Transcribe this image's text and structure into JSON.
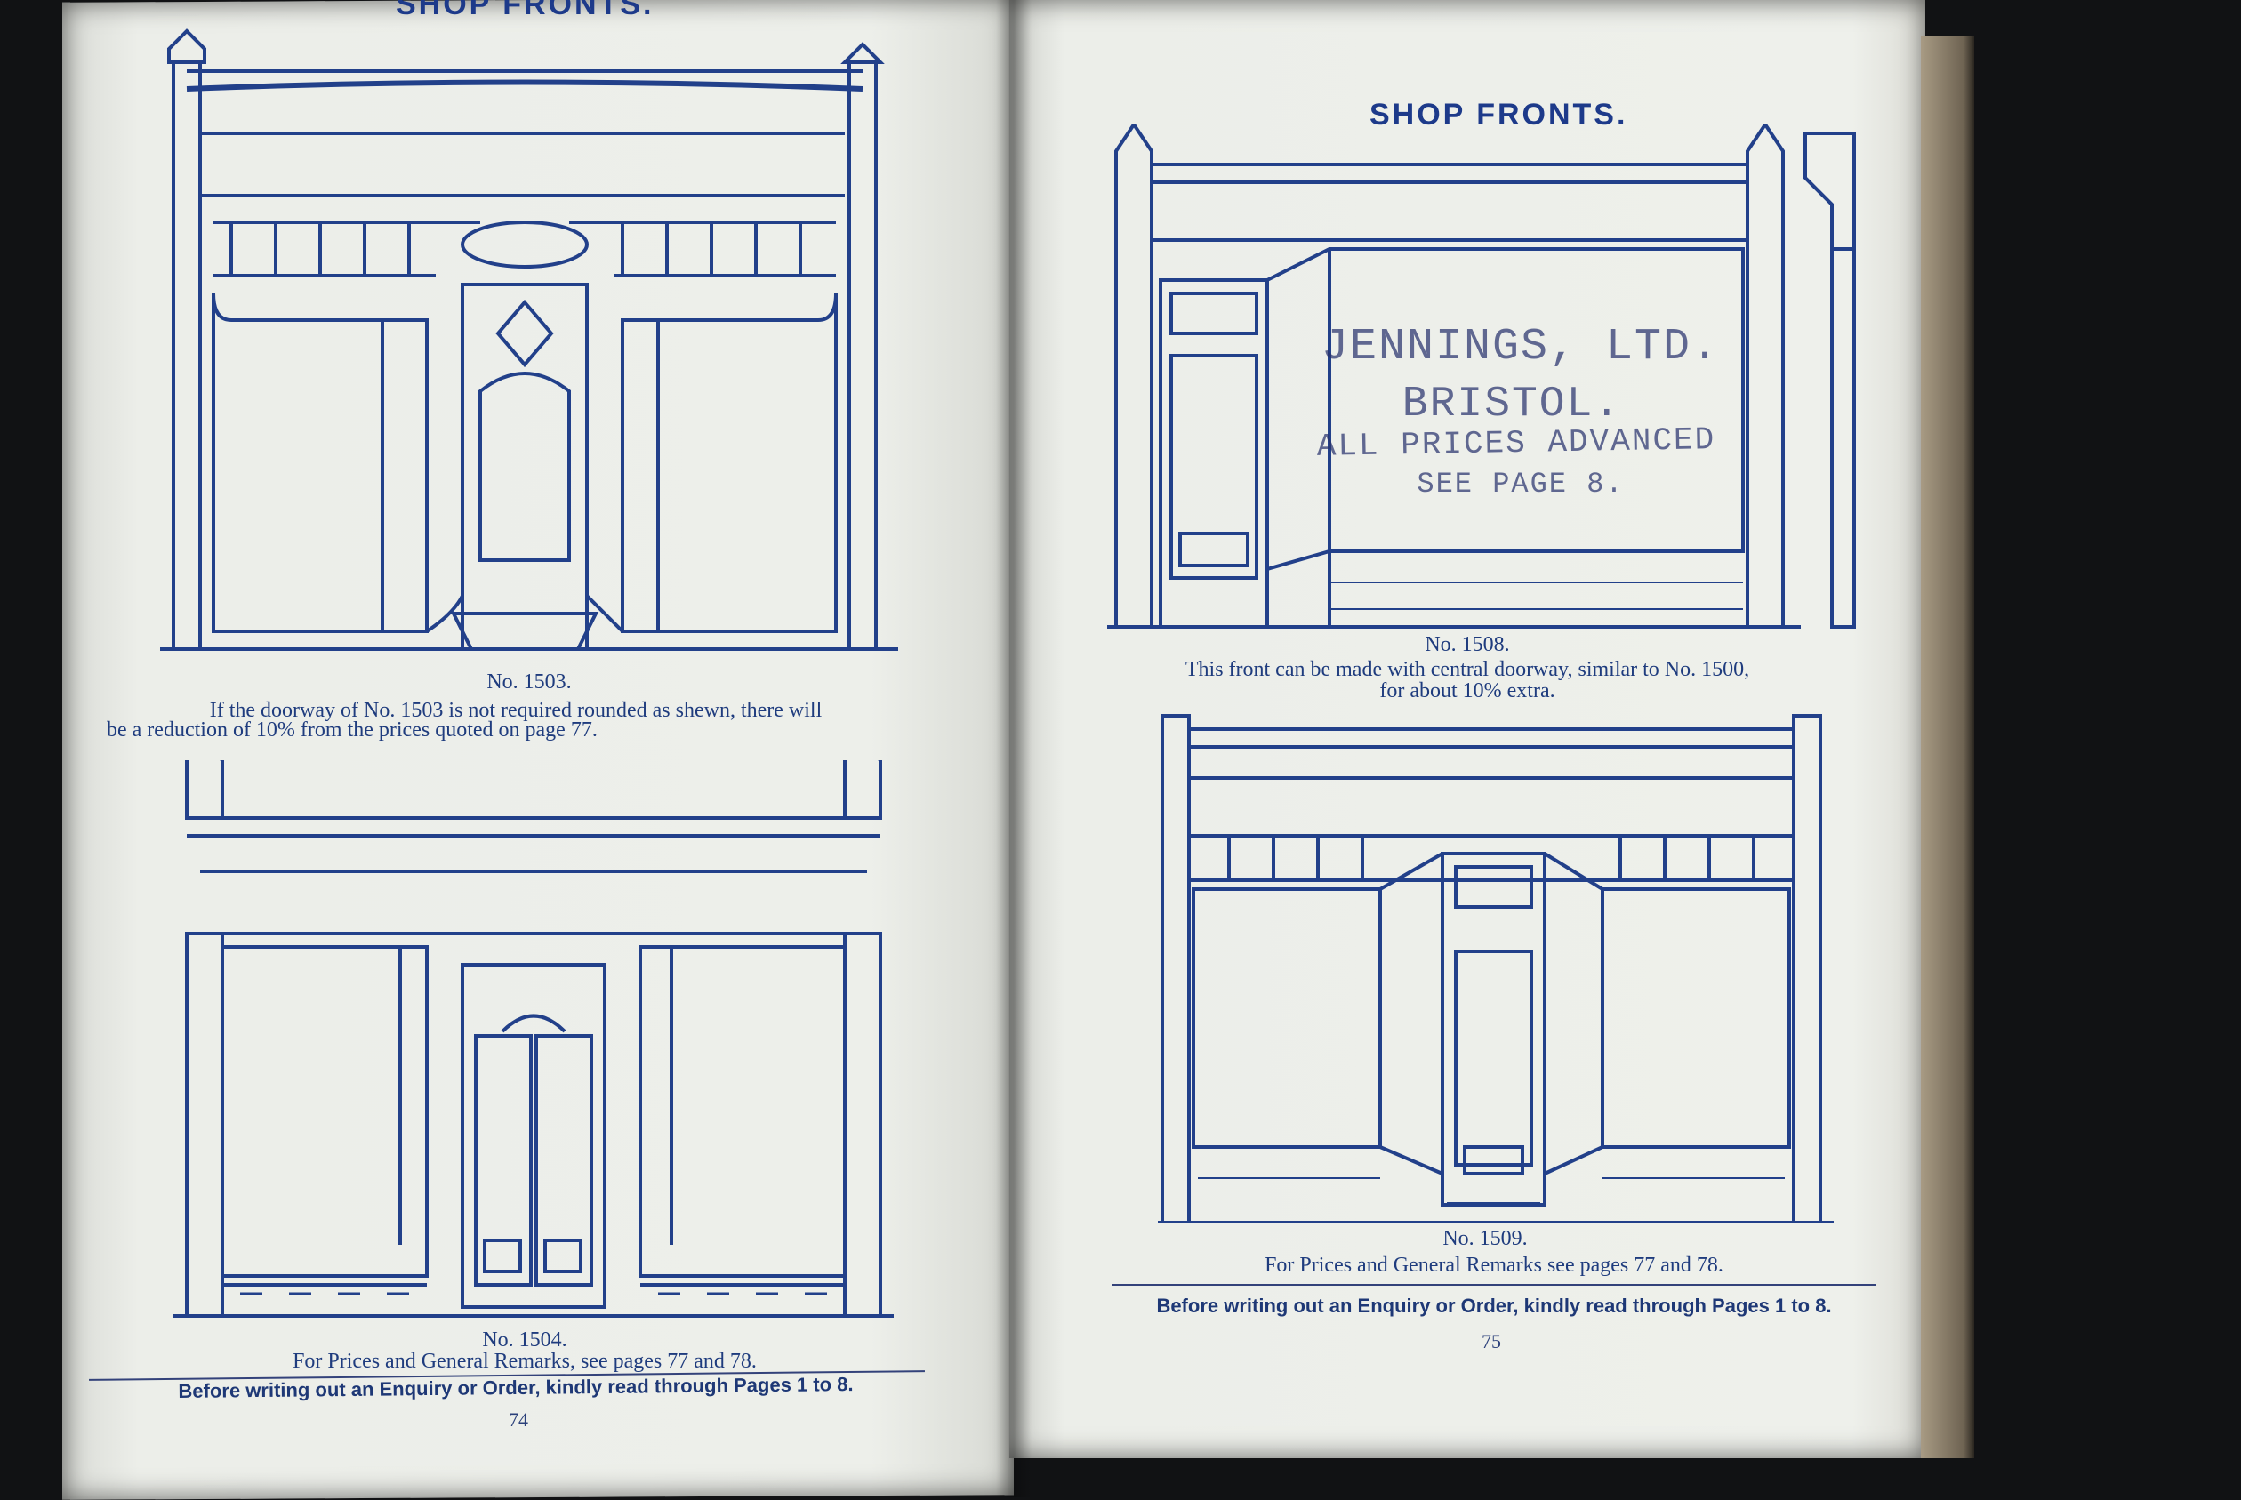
{
  "left_page": {
    "heading": "SHOP FRONTS.",
    "figure_1": {
      "number": "No. 1503.",
      "caption_line_1": "If the doorway of No. 1503 is not required rounded as shewn, there will",
      "caption_line_2": "be a reduction of 10% from the prices quoted on page 77."
    },
    "figure_2": {
      "number": "No. 1504.",
      "caption": "For Prices and General Remarks, see pages 77 and 78."
    },
    "footer_notice": "Before writing out an Enquiry or Order, kindly read through Pages 1 to 8.",
    "page_number": "74"
  },
  "right_page": {
    "heading": "SHOP FRONTS.",
    "figure_1": {
      "number": "No. 1508.",
      "caption_line_1": "This front can be made with central doorway, similar to No. 1500,",
      "caption_line_2": "for about 10% extra."
    },
    "stamp": {
      "line_1": "JENNINGS, LTD.",
      "line_2": "BRISTOL.",
      "line_3": "ALL PRICES ADVANCED",
      "line_4": "SEE PAGE 8."
    },
    "figure_2": {
      "number": "No. 1509.",
      "caption": "For Prices and General Remarks see pages 77 and 78."
    },
    "footer_notice": "Before writing out an Enquiry or Order, kindly read through Pages 1 to 8.",
    "page_number": "75"
  },
  "colors": {
    "ink": "#1d3a7a",
    "paper": "#eceee9",
    "background": "#111214"
  }
}
